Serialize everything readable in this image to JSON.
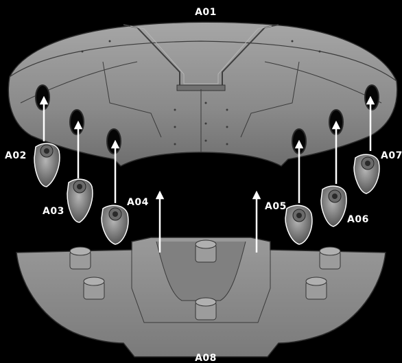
{
  "parts": {
    "top": "A01",
    "bottom": "A08",
    "left_knobs": [
      "A02",
      "A03",
      "A04"
    ],
    "right_knobs": [
      "A05",
      "A06",
      "A07"
    ]
  },
  "colors": {
    "background": "#000000",
    "part_fill": "#8d8d8d",
    "part_shadow": "#5c5c5c",
    "arrow": "#ffffff",
    "label": "#ffffff"
  },
  "icons": [
    "up-arrow-icon"
  ]
}
